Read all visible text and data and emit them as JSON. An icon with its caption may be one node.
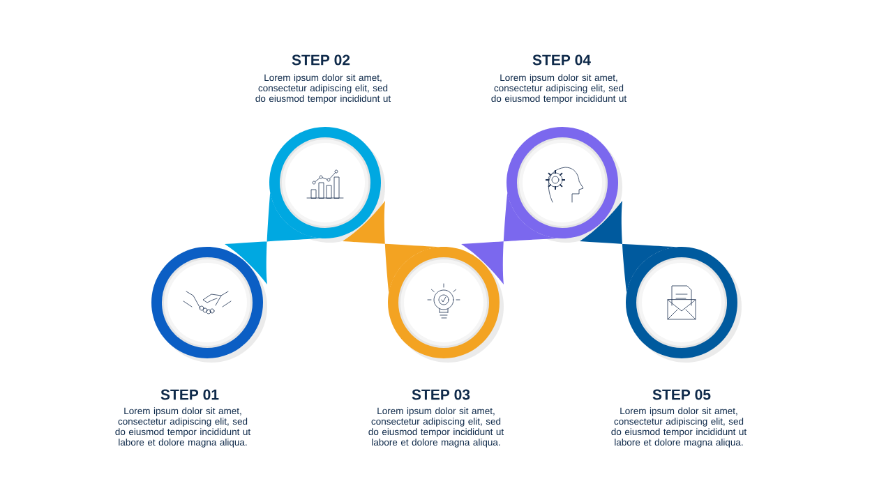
{
  "diagram": {
    "nodes": [
      {
        "text": [],
        "shape": "circle",
        "beside": [
          "STEP 01",
          "Lorem ipsum dolor sit amet, consectetur adipiscing elit, sed do eiusmod tempor incididunt ut labore et dolore magna aliqua."
        ]
      },
      {
        "text": [],
        "shape": "circle",
        "beside": [
          "STEP 02",
          "Lorem ipsum dolor sit amet, consectetur adipiscing elit, sed do eiusmod tempor incididunt ut"
        ]
      },
      {
        "text": [],
        "shape": "circle",
        "beside": [
          "STEP 03",
          "Lorem ipsum dolor sit amet, consectetur adipiscing elit, sed do eiusmod tempor incididunt ut labore et dolore magna aliqua."
        ]
      },
      {
        "text": [],
        "shape": "circle",
        "beside": [
          "STEP 04",
          "Lorem ipsum dolor sit amet, consectetur adipiscing elit, sed do eiusmod tempor incididunt ut"
        ]
      },
      {
        "text": [],
        "shape": "circle",
        "beside": [
          "STEP 05",
          "Lorem ipsum dolor sit amet, consectetur adipiscing elit, sed do eiusmod tempor incididunt ut labore et dolore magna aliqua."
        ]
      }
    ],
    "edges": [
      {
        "from": 0,
        "to": 1,
        "arrow": "none",
        "color": "#00a8e1"
      },
      {
        "from": 1,
        "to": 2,
        "arrow": "none",
        "color": "#f3a322"
      },
      {
        "from": 2,
        "to": 3,
        "arrow": "none",
        "color": "#7b68ee"
      },
      {
        "from": 3,
        "to": 4,
        "arrow": "none",
        "color": "#005a9e"
      }
    ]
  }
}
